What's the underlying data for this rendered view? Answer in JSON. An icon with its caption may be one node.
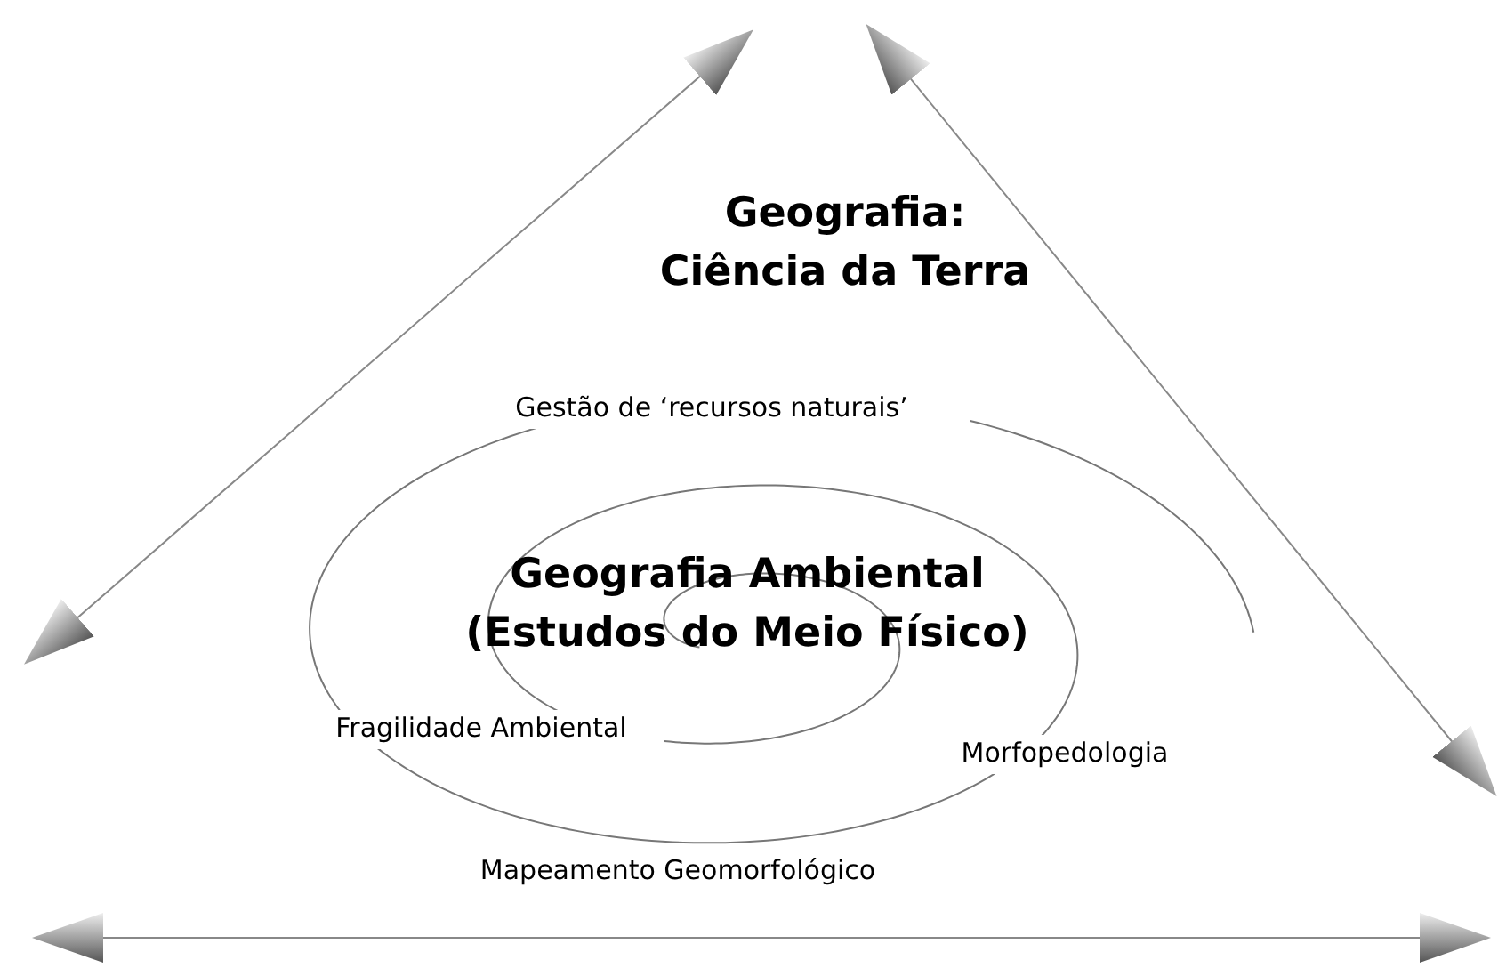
{
  "diagram": {
    "title": "Geografia: Ciência da Terra",
    "labels": [
      "Gestão de ‘recursos naturais’",
      "Geografia Ambiental (Estudos do Meio Físico)",
      "Fragilidade Ambiental",
      "Morfopedologia",
      "Mapeamento Geomorfológico"
    ]
  }
}
